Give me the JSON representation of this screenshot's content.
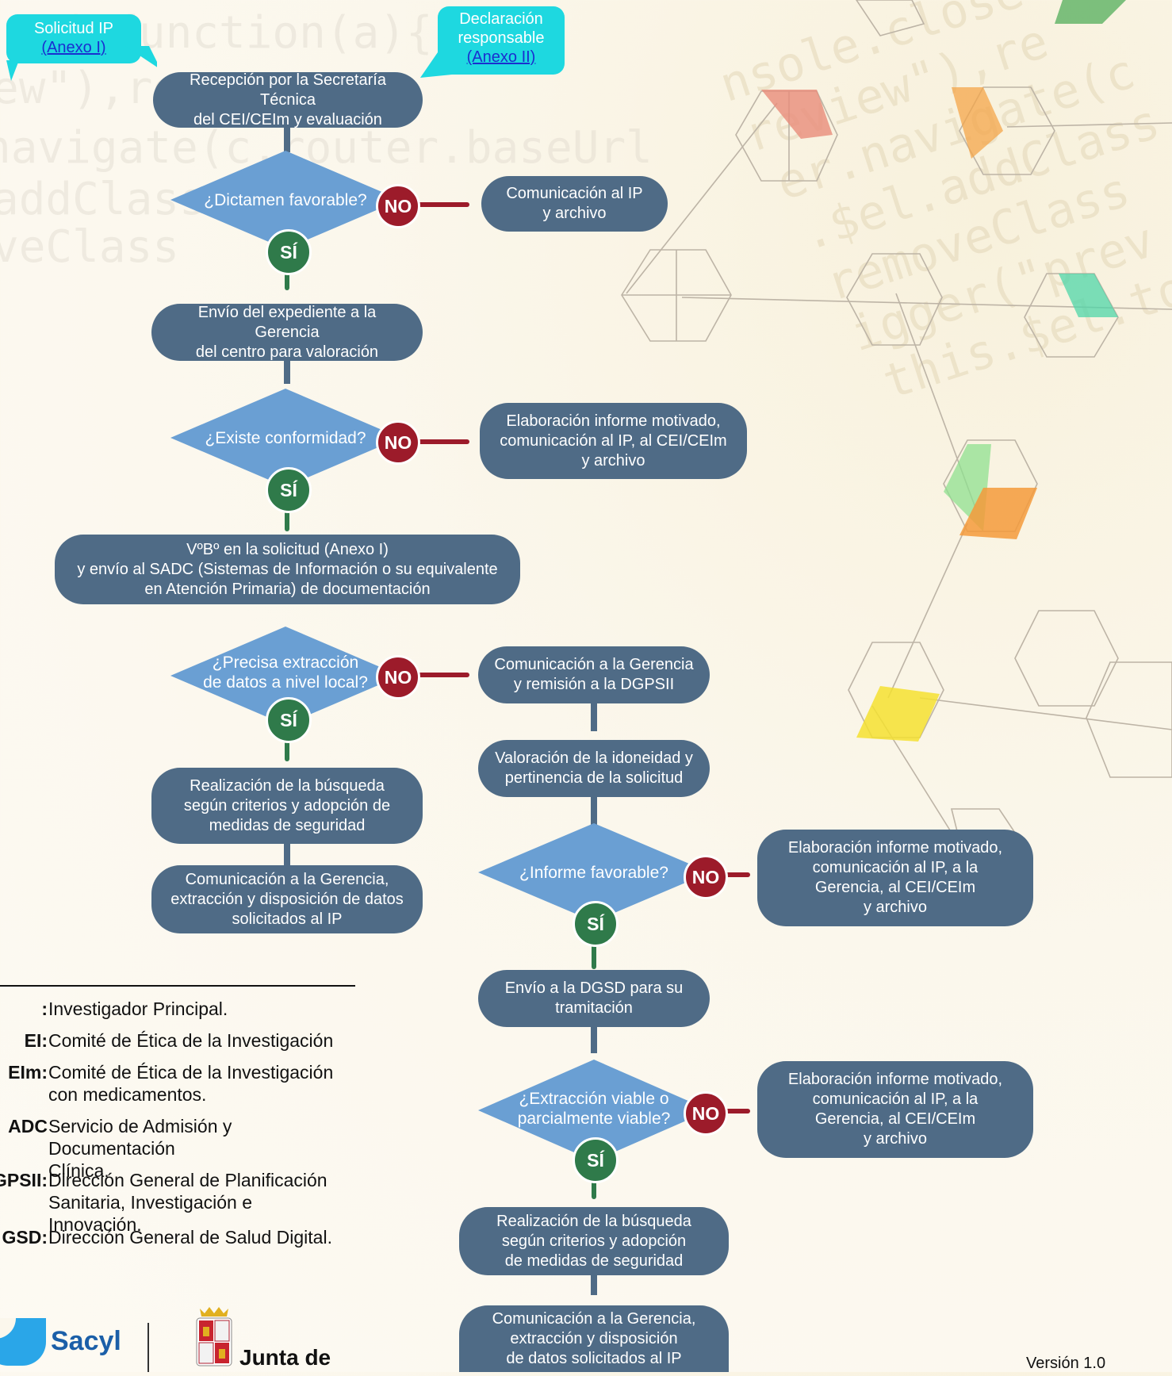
{
  "callouts": {
    "solicitud": {
      "title": "Solicitud IP",
      "link": "(Anexo I)"
    },
    "declaracion": {
      "title": "Declaración\nresponsable",
      "link": "(Anexo II)"
    }
  },
  "left": {
    "recepcion": "Recepción por la Secretaría Técnica\ndel CEI/CEIm y evaluación",
    "q_dictamen": "¿Dictamen favorable?",
    "envio_gerencia": "Envío del expediente a la Gerencia\ndel centro para valoración",
    "q_conformidad": "¿Existe conformidad?",
    "vb": "VºBº en la solicitud (Anexo I)\ny envío al SADC (Sistemas de Información o su equivalente\nen Atención Primaria) de documentación",
    "q_extraccion_local": "¿Precisa extracción\nde datos a nivel local?",
    "busqueda": "Realización de la búsqueda\nsegún criterios y adopción de\nmedidas de seguridad",
    "comunicacion_extraccion": "Comunicación a la Gerencia,\nextracción y disposición de datos\nsolicitados al IP"
  },
  "middle": {
    "comunicacion_ip_archivo": "Comunicación al IP\ny archivo",
    "informe_motivado_1": "Elaboración informe motivado,\ncomunicación al IP, al CEI/CEIm\ny archivo",
    "comunicacion_dgpsii": "Comunicación a la Gerencia\ny remisión a la DGPSII",
    "valoracion": "Valoración de la idoneidad y\npertinencia de la solicitud",
    "q_informe": "¿Informe favorable?",
    "envio_dgsd": "Envío a la DGSD para su\ntramitación",
    "q_viable": "¿Extracción viable o\nparcialmente viable?",
    "busqueda2": "Realización de la búsqueda\nsegún criterios y adopción\nde medidas de seguridad",
    "comunicacion_extraccion2": "Comunicación a la Gerencia,\nextracción y disposición\nde datos solicitados al IP"
  },
  "right": {
    "informe_motivado_2": "Elaboración informe motivado,\ncomunicación al IP, a la\nGerencia, al CEI/CEIm\ny archivo",
    "informe_motivado_3": "Elaboración informe motivado,\ncomunicación al IP, a la\nGerencia, al CEI/CEIm\ny archivo"
  },
  "labels": {
    "no": "NO",
    "si": "SÍ"
  },
  "legend": [
    {
      "abbr": ":",
      "def": "Investigador Principal."
    },
    {
      "abbr": "EI:",
      "def": "Comité de Ética de la Investigación"
    },
    {
      "abbr": "EIm:",
      "def": "Comité de Ética de la Investigación\ncon medicamentos."
    },
    {
      "abbr": "ADC",
      "def": "Servicio de Admisión y Documentación\nClínica."
    },
    {
      "abbr": "GPSII:",
      "def": "Dirección General de Planificación\nSanitaria, Investigación e Innovación."
    },
    {
      "abbr": "GSD:",
      "def": "Dirección General de Salud Digital."
    }
  ],
  "logos": {
    "sacyl": "Sacyl",
    "junta": "Junta de"
  },
  "version": "Versión 1.0",
  "colors": {
    "box": "#4f6b86",
    "diamond": "#6a9fd3",
    "no": "#9c1b2a",
    "si": "#2f7a4a",
    "callout": "#1ed8e0"
  }
}
